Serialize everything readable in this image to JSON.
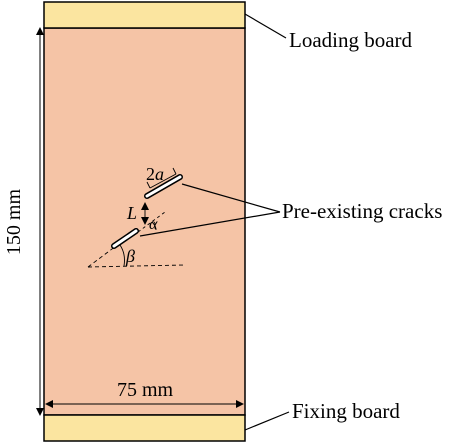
{
  "labels": {
    "loading_board": "Loading board",
    "fixing_board": "Fixing board",
    "pre_existing_cracks": "Pre-existing cracks",
    "height_dimension": "150 mm",
    "width_dimension": "75 mm",
    "crack_length_symbol": "2a",
    "ligament_symbol": "L",
    "alpha_symbol": "α",
    "beta_symbol": "β"
  },
  "colors": {
    "specimen_fill": "#f5c4a6",
    "board_fill": "#fbe5a0",
    "stroke": "#000000",
    "crack_fill": "#ffffff"
  }
}
